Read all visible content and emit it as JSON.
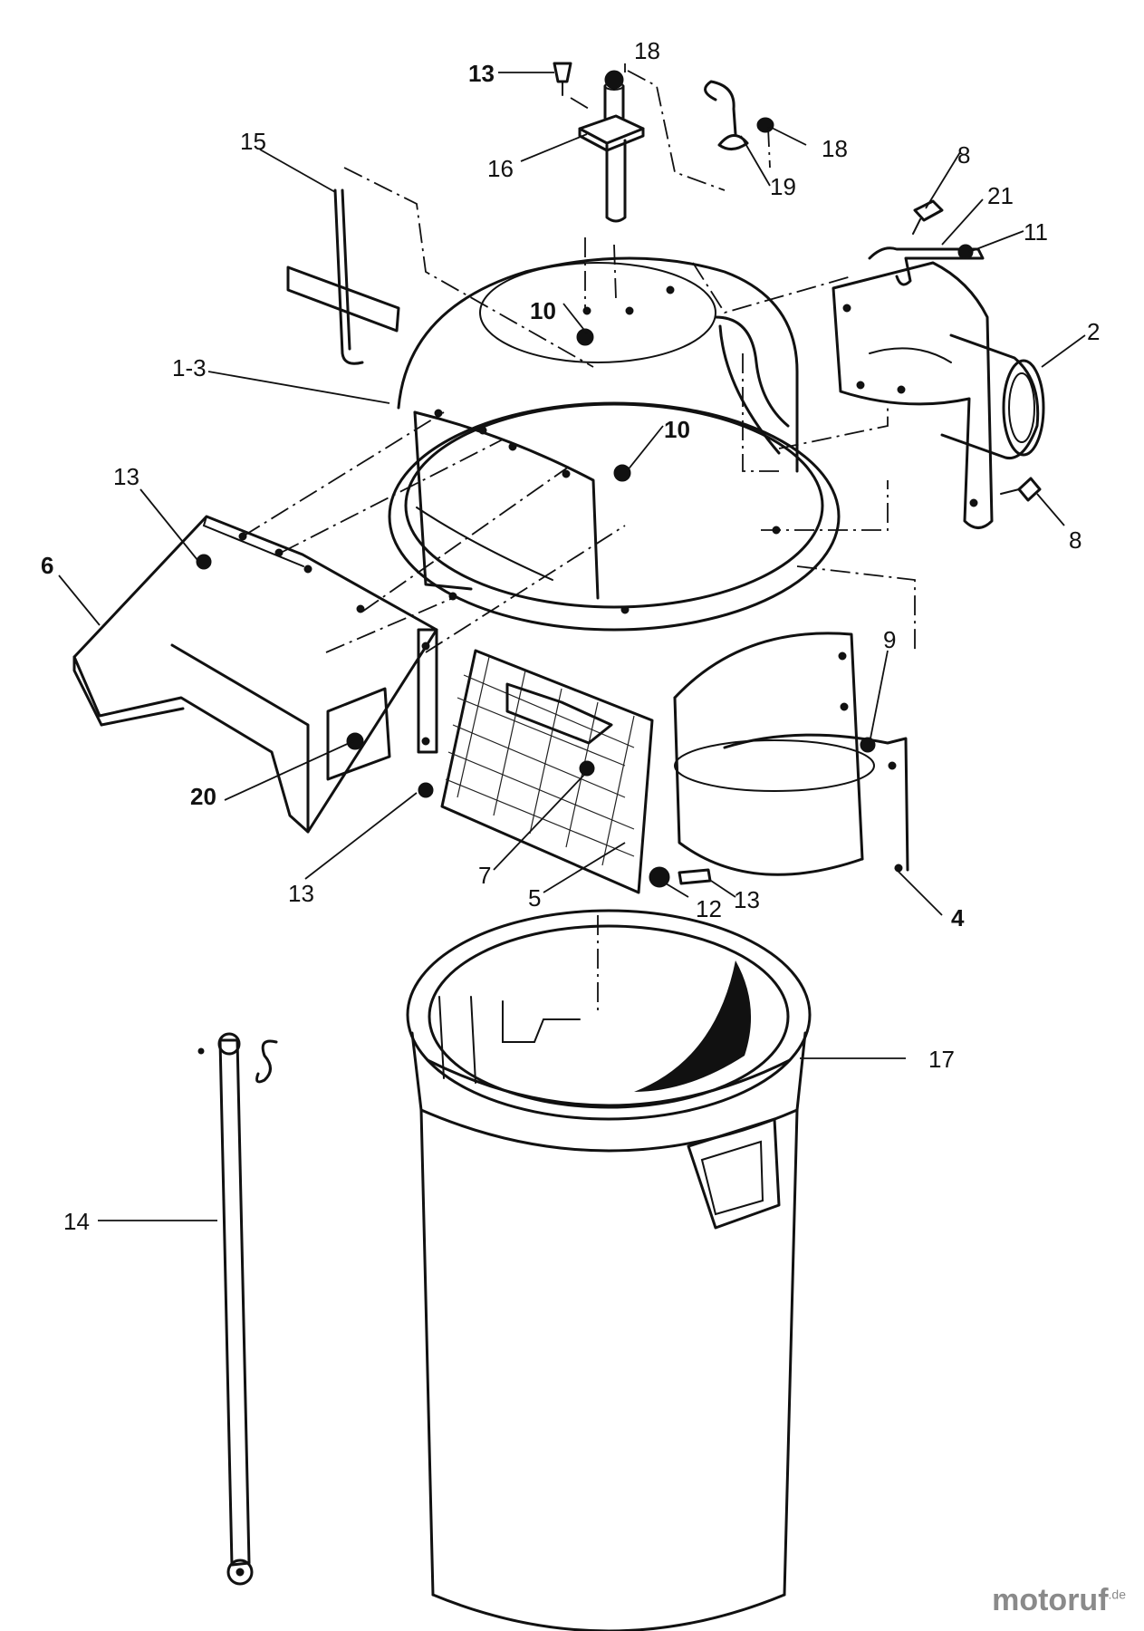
{
  "callouts": [
    {
      "id": "c15",
      "text": "15"
    },
    {
      "id": "c13a",
      "text": "13"
    },
    {
      "id": "c18a",
      "text": "18"
    },
    {
      "id": "c16",
      "text": "16"
    },
    {
      "id": "c18b",
      "text": "18"
    },
    {
      "id": "c19",
      "text": "19"
    },
    {
      "id": "c8a",
      "text": "8"
    },
    {
      "id": "c21",
      "text": "21"
    },
    {
      "id": "c11",
      "text": "11"
    },
    {
      "id": "c2",
      "text": "2"
    },
    {
      "id": "c1_3",
      "text": "1-3"
    },
    {
      "id": "c10a",
      "text": "10"
    },
    {
      "id": "c10b",
      "text": "10"
    },
    {
      "id": "c8b",
      "text": "8"
    },
    {
      "id": "c13b",
      "text": "13"
    },
    {
      "id": "c6",
      "text": "6"
    },
    {
      "id": "c9",
      "text": "9"
    },
    {
      "id": "c20",
      "text": "20"
    },
    {
      "id": "c13c",
      "text": "13"
    },
    {
      "id": "c7",
      "text": "7"
    },
    {
      "id": "c5",
      "text": "5"
    },
    {
      "id": "c12",
      "text": "12"
    },
    {
      "id": "c13d",
      "text": "13"
    },
    {
      "id": "c4",
      "text": "4"
    },
    {
      "id": "c17",
      "text": "17"
    },
    {
      "id": "c14",
      "text": "14"
    }
  ],
  "watermark": {
    "brand": "motoruf",
    "tld": ".de"
  }
}
